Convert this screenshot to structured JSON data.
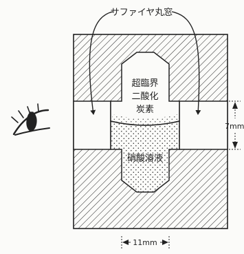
{
  "diagram": {
    "labels": {
      "sapphire_window": "サファイヤ丸窓",
      "supercritical_co2_line1": "超臨界",
      "supercritical_co2_line2": "二酸化",
      "supercritical_co2_line3": "炭素",
      "nitrate_solution": "硝酸溶液",
      "height_dimension": "7mm",
      "width_dimension": "11mm"
    },
    "colors": {
      "ink": "#222222",
      "background": "#fbfbf9",
      "hatch": "#333333"
    },
    "icons": [
      "eye-icon",
      "curved-arrow-icon",
      "dimension-arrow-icon"
    ]
  }
}
